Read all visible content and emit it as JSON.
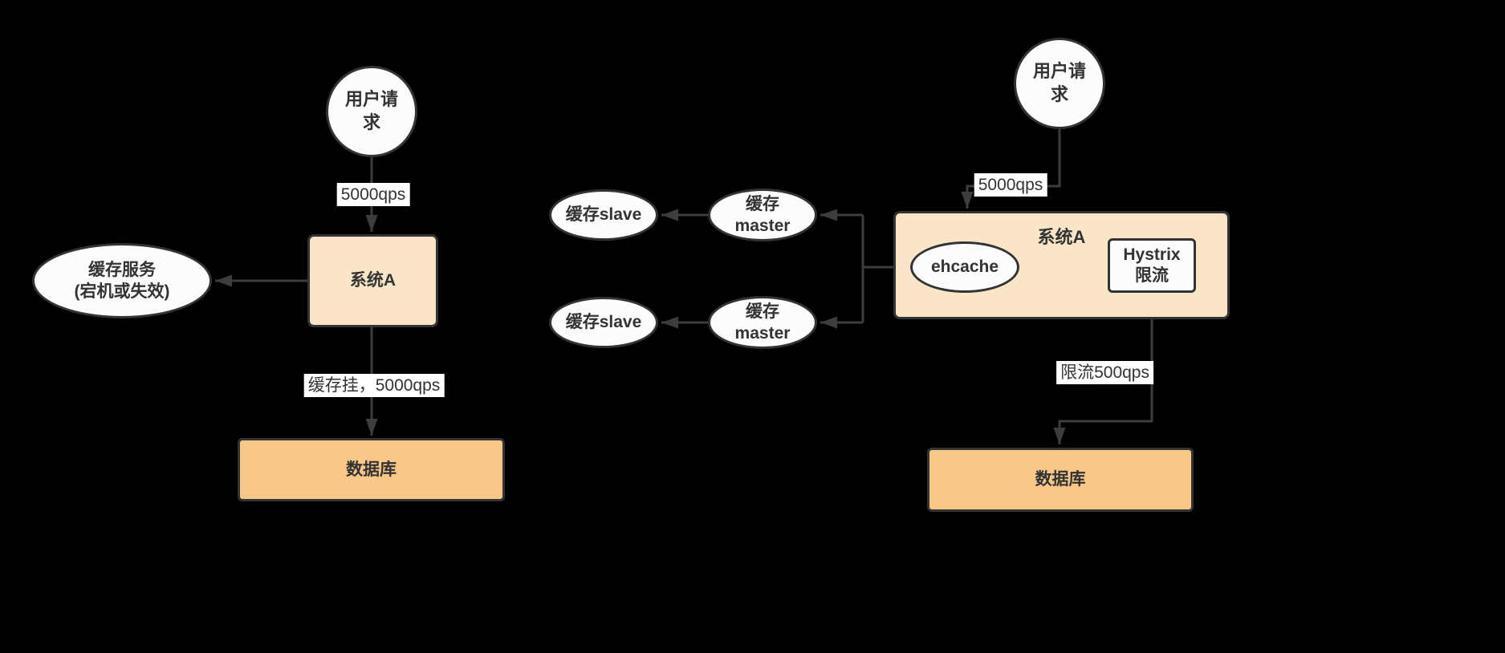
{
  "colors": {
    "bg": "#000000",
    "stroke": "#333333",
    "arrow": "#3d3d3d",
    "node_fill": "#fcfcfc",
    "peach": "#fbe5c8",
    "orange": "#f9c889",
    "text": "#333333",
    "chip_bg": "#ffffff"
  },
  "left": {
    "user_request_line1": "用户请",
    "user_request_line2": "求",
    "qps_label": "5000qps",
    "system_a": "系统A",
    "cache_service_line1": "缓存服务",
    "cache_service_line2": "(宕机或失效)",
    "db_edge_label": "缓存挂，5000qps",
    "database": "数据库"
  },
  "right": {
    "user_request_line1": "用户请",
    "user_request_line2": "求",
    "qps_label": "5000qps",
    "system_a": "系统A",
    "ehcache": "ehcache",
    "hystrix_line1": "Hystrix",
    "hystrix_line2": "限流",
    "cache_master_line1": "缓存",
    "cache_master_line2": "master",
    "cache_slave": "缓存slave",
    "limit_label": "限流500qps",
    "database": "数据库"
  }
}
